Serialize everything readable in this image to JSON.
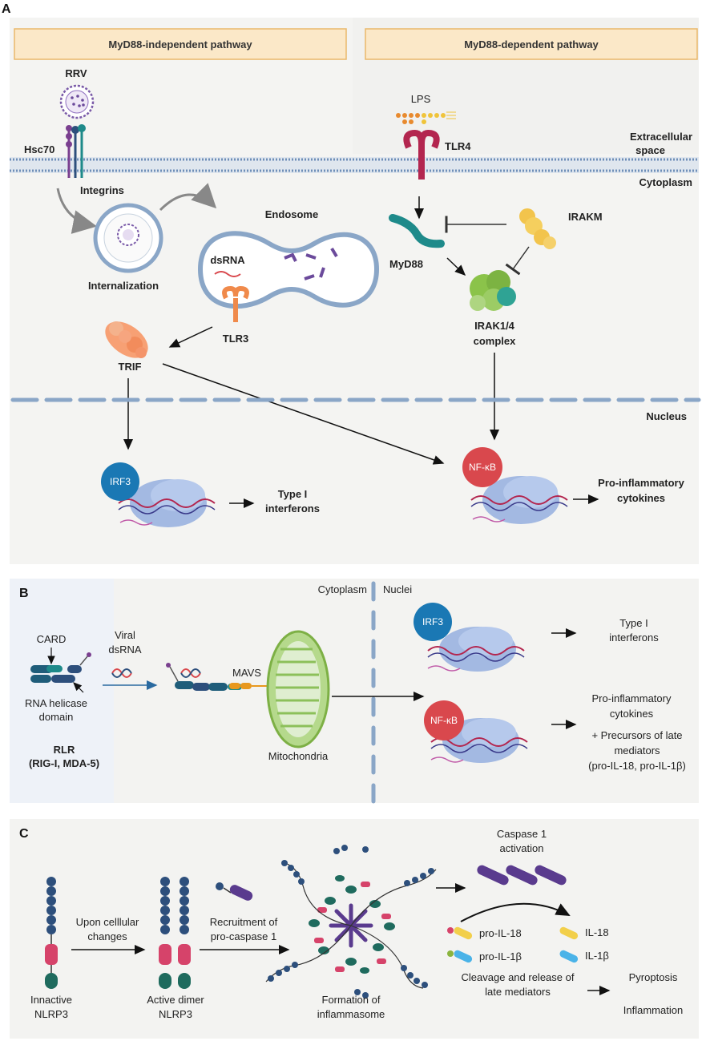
{
  "panelA": {
    "letter": "A",
    "left_header": "MyD88-independent pathway",
    "right_header": "MyD88-dependent pathway",
    "rrv": "RRV",
    "hsc70": "Hsc70",
    "integrins": "Integrins",
    "internalization": "Internalization",
    "endosome": "Endosome",
    "dsrna": "dsRNA",
    "tlr3": "TLR3",
    "trif": "TRIF",
    "lps": "LPS",
    "tlr4": "TLR4",
    "extracellular_1": "Extracellular",
    "extracellular_2": "space",
    "cytoplasm": "Cytoplasm",
    "myd88": "MyD88",
    "irakm": "IRAKM",
    "irak_1": "IRAK1/4",
    "irak_2": "complex",
    "nucleus": "Nucleus",
    "irf3": "IRF3",
    "nfkb": "NF-κB",
    "type1_1": "Type I",
    "type1_2": "interferons",
    "proinf_1": "Pro-inflammatory",
    "proinf_2": "cytokines"
  },
  "panelB": {
    "letter": "B",
    "cytoplasm": "Cytoplasm",
    "nuclei": "Nuclei",
    "card": "CARD",
    "helicase_1": "RNA helicase",
    "helicase_2": "domain",
    "rlr_1": "RLR",
    "rlr_2": "(RIG-I, MDA-5)",
    "viral_1": "Viral",
    "viral_2": "dsRNA",
    "mavs": "MAVS",
    "mito": "Mitochondria",
    "irf3": "IRF3",
    "nfkb": "NF-κB",
    "type1_1": "Type I",
    "type1_2": "interferons",
    "proinf_1": "Pro-inflammatory",
    "proinf_2": "cytokines",
    "precursors_1": "+ Precursors of late",
    "precursors_2": "mediators",
    "precursors_3": "(pro-IL-18, pro-IL-1β)"
  },
  "panelC": {
    "letter": "C",
    "inactive_1": "Innactive",
    "inactive_2": "NLRP3",
    "upon_1": "Upon celllular",
    "upon_2": "changes",
    "active_1": "Active dimer",
    "active_2": "NLRP3",
    "recruit_1": "Recruitment of",
    "recruit_2": "pro-caspase 1",
    "formation_1": "Formation of",
    "formation_2": "inflammasome",
    "caspase_1": "Caspase 1",
    "caspase_2": "activation",
    "proil18": "pro-IL-18",
    "proil1b": "pro-IL-1β",
    "il18": "IL-18",
    "il1b": "IL-1β",
    "cleavage_1": "Cleavage and release of",
    "cleavage_2": "late mediators",
    "pyroptosis": "Pyroptosis",
    "inflammation": "Inflammation"
  },
  "colors": {
    "panel_bg": "#f3f3f1",
    "header_fill": "#fbe8c8",
    "header_stroke": "#e9b86a",
    "irf3": "#1a78b4",
    "nfkb": "#d9484d",
    "teal": "#1e8a8a",
    "nlrp3_blue": "#2d4f7c",
    "nlrp3_red": "#d6436a",
    "nlrp3_green": "#1f6b5e",
    "caspase": "#5a3b8e"
  }
}
